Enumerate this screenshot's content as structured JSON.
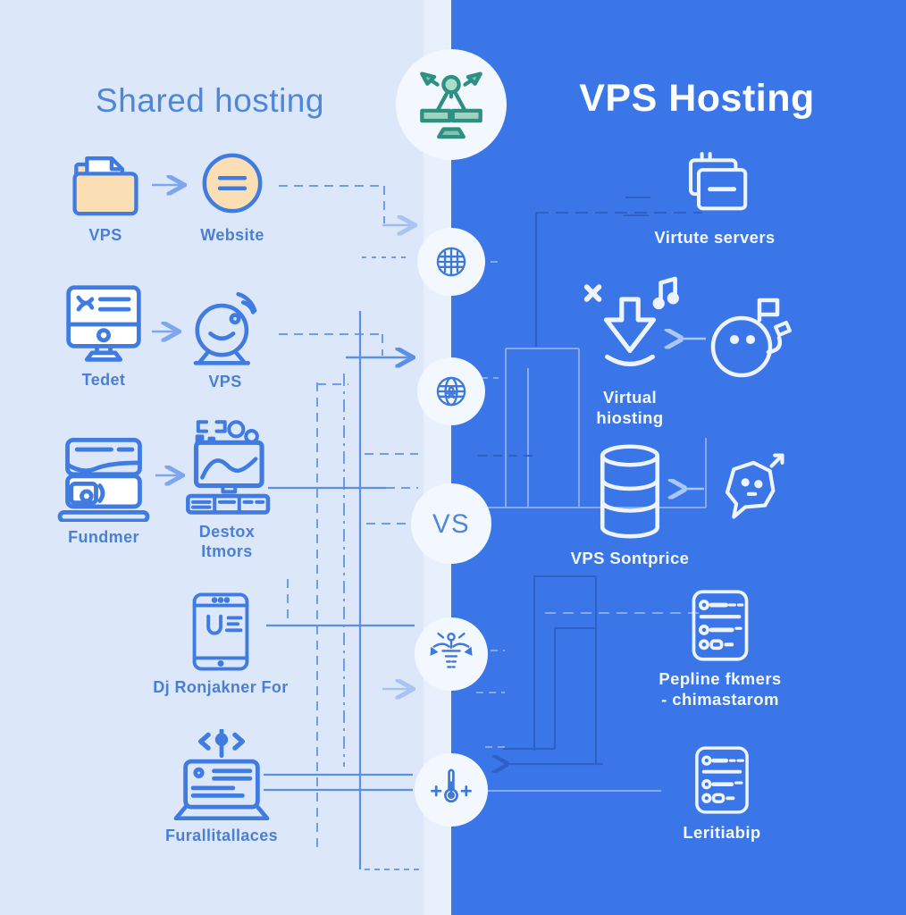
{
  "titles": {
    "left": "Shared hosting",
    "right": "VPS Hosting"
  },
  "left_items": [
    {
      "label": "VPS",
      "icon": "folder-icon"
    },
    {
      "label": "Website",
      "icon": "website-icon"
    },
    {
      "label": "Tedet",
      "icon": "monitor-icon"
    },
    {
      "label": "VPS",
      "icon": "webcam-icon"
    },
    {
      "label": "Fundmer",
      "icon": "laptop-icon"
    },
    {
      "label": "Destox Itmors",
      "icon": "desktop-chart-icon"
    },
    {
      "label": "Dj Ronjakner For",
      "icon": "tablet-icon"
    },
    {
      "label": "Furallitallaces",
      "icon": "code-laptop-icon"
    }
  ],
  "right_items": [
    {
      "label": "Virtute servers",
      "icon": "servers-icon"
    },
    {
      "label": "Virtual\nhiosting",
      "icon": "download-arrow-icon"
    },
    {
      "label": "VPS Sontprice",
      "icon": "database-icon"
    },
    {
      "label": "Pepline fkmers\n- chimastarom",
      "icon": "checklist-icon"
    },
    {
      "label": "Leritiabip",
      "icon": "checklist-icon"
    }
  ],
  "right_side_icons": [
    "piggy-bank-icon",
    "speech-bubble-icon"
  ],
  "center": {
    "vs_label": "VS",
    "icons": [
      "scales-icon",
      "globe-grid-icon",
      "globe-detail-icon",
      "vs-badge",
      "antenna-icon",
      "thermometer-icon"
    ]
  },
  "colors": {
    "left_bg": "#dce8fa",
    "left_strip": "#e9f0fd",
    "right_bg": "#3b76e8",
    "left_stroke": "#3f7be0",
    "left_label": "#4a7fd3",
    "peach_fill": "#fbdfb4",
    "scales_teal": "#2f8f85",
    "white_stroke": "#eef4ff",
    "connector_light": "#6f9ce9",
    "connector_dark": "#2e61c6"
  }
}
